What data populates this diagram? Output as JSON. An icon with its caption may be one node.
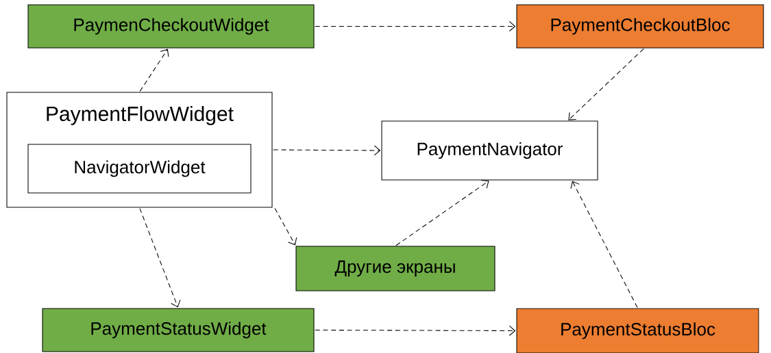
{
  "diagram": {
    "nodes": [
      {
        "text": [
          "PaymenCheckoutWidget"
        ]
      },
      {
        "text": [
          "PaymentCheckoutBloc"
        ]
      },
      {
        "text": [
          "PaymentFlowWidget"
        ]
      },
      {
        "text": [
          "NavigatorWidget"
        ],
        "in": 2
      },
      {
        "text": [
          "PaymentNavigator"
        ]
      },
      {
        "text": [
          "Другие экраны"
        ]
      },
      {
        "text": [
          "PaymentStatusWidget"
        ]
      },
      {
        "text": [
          "PaymentStatusBloc"
        ]
      }
    ],
    "edges": [
      {
        "from": 0,
        "to": 1,
        "arrow": "to",
        "style": "dashed"
      },
      {
        "from": 2,
        "to": 0,
        "arrow": "to",
        "style": "dashed"
      },
      {
        "from": 1,
        "to": 4,
        "arrow": "to",
        "style": "dashed"
      },
      {
        "from": 2,
        "to": 4,
        "arrow": "to",
        "style": "dashed"
      },
      {
        "from": 2,
        "to": 5,
        "arrow": "to",
        "style": "dashed"
      },
      {
        "from": 2,
        "to": 6,
        "arrow": "to",
        "style": "dashed"
      },
      {
        "from": 5,
        "to": 4,
        "arrow": "to",
        "style": "dashed"
      },
      {
        "from": 7,
        "to": 4,
        "arrow": "to",
        "style": "dashed"
      },
      {
        "from": 6,
        "to": 7,
        "arrow": "to",
        "style": "dashed"
      }
    ]
  }
}
